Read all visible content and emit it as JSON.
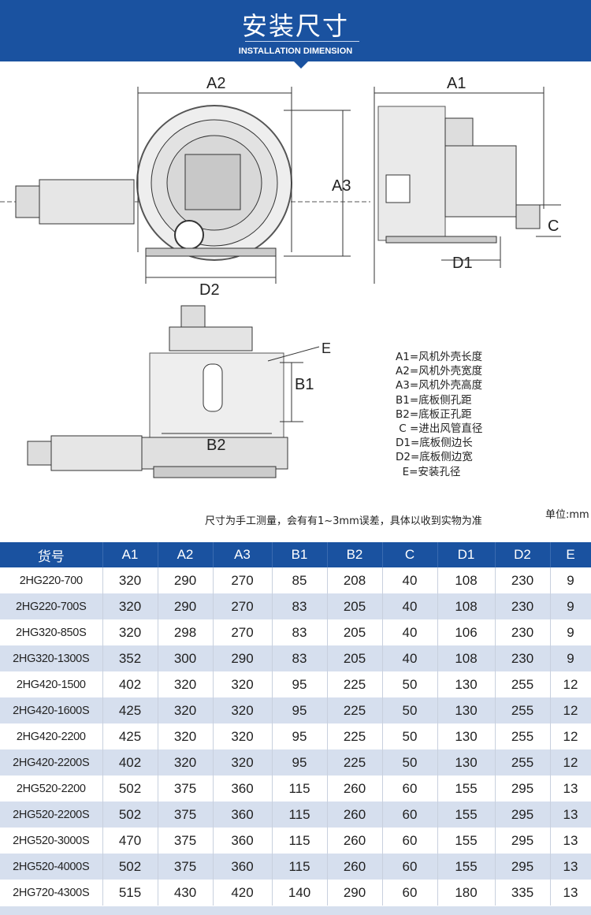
{
  "banner": {
    "title": "安装尺寸",
    "subtitle": "INSTALLATION DIMENSION"
  },
  "diagram": {
    "labels": {
      "A1": "A1",
      "A2": "A2",
      "A3": "A3",
      "B1": "B1",
      "B2": "B2",
      "C": "C",
      "D1": "D1",
      "D2": "D2",
      "E": "E"
    }
  },
  "legend": [
    "A1=风机外壳长度",
    "A2=风机外壳宽度",
    "A3=风机外壳高度",
    "B1=底板侧孔距",
    "B2=底板正孔距",
    " C =进出风管直径",
    "D1=底板侧边长",
    "D2=底板侧边宽",
    "  E=安装孔径"
  ],
  "note": "尺寸为手工测量，会有有1~3mm误差，具体以收到实物为准",
  "unit": "单位:mm",
  "table": {
    "headers": [
      "货号",
      "A1",
      "A2",
      "A3",
      "B1",
      "B2",
      "C",
      "D1",
      "D2",
      "E"
    ],
    "rows": [
      [
        "2HG220-700",
        "320",
        "290",
        "270",
        "85",
        "208",
        "40",
        "108",
        "230",
        "9"
      ],
      [
        "2HG220-700S",
        "320",
        "290",
        "270",
        "83",
        "205",
        "40",
        "108",
        "230",
        "9"
      ],
      [
        "2HG320-850S",
        "320",
        "298",
        "270",
        "83",
        "205",
        "40",
        "106",
        "230",
        "9"
      ],
      [
        "2HG320-1300S",
        "352",
        "300",
        "290",
        "83",
        "205",
        "40",
        "108",
        "230",
        "9"
      ],
      [
        "2HG420-1500",
        "402",
        "320",
        "320",
        "95",
        "225",
        "50",
        "130",
        "255",
        "12"
      ],
      [
        "2HG420-1600S",
        "425",
        "320",
        "320",
        "95",
        "225",
        "50",
        "130",
        "255",
        "12"
      ],
      [
        "2HG420-2200",
        "425",
        "320",
        "320",
        "95",
        "225",
        "50",
        "130",
        "255",
        "12"
      ],
      [
        "2HG420-2200S",
        "402",
        "320",
        "320",
        "95",
        "225",
        "50",
        "130",
        "255",
        "12"
      ],
      [
        "2HG520-2200",
        "502",
        "375",
        "360",
        "115",
        "260",
        "60",
        "155",
        "295",
        "13"
      ],
      [
        "2HG520-2200S",
        "502",
        "375",
        "360",
        "115",
        "260",
        "60",
        "155",
        "295",
        "13"
      ],
      [
        "2HG520-3000S",
        "470",
        "375",
        "360",
        "115",
        "260",
        "60",
        "155",
        "295",
        "13"
      ],
      [
        "2HG520-4000S",
        "502",
        "375",
        "360",
        "115",
        "260",
        "60",
        "155",
        "295",
        "13"
      ],
      [
        "2HG720-4300S",
        "515",
        "430",
        "420",
        "140",
        "290",
        "60",
        "180",
        "335",
        "13"
      ]
    ]
  }
}
